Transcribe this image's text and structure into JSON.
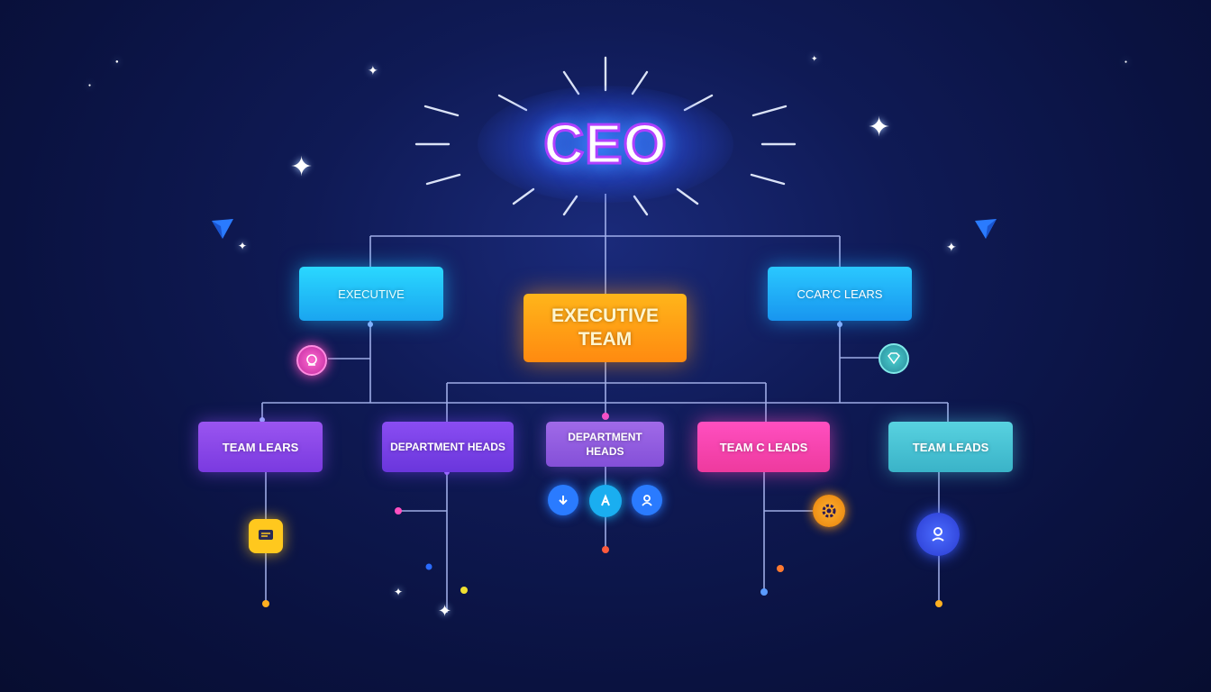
{
  "ceo": {
    "label": "CEO"
  },
  "level1": {
    "left": "EXECUTIVE",
    "center_line1": "EXECUTIVE",
    "center_line2": "TEAM",
    "right": "CCAR'C LEARS"
  },
  "level2": [
    {
      "label": "TEAM LEARS"
    },
    {
      "label": "DEPARTMENT HEADS"
    },
    {
      "label_line1": "DEPARTMENT",
      "label_line2": "HEADS"
    },
    {
      "label": "TEAM C LEADS"
    },
    {
      "label": "TEAM LEADS"
    }
  ],
  "colors": {
    "background": "#0a1240",
    "line": "#b8c6ff",
    "cyan": "#1ab8f5",
    "orange": "#ff9a14",
    "purple": "#8a4df2",
    "pink": "#ff4fc0",
    "teal": "#4ac4d6"
  },
  "icons": {
    "left_badge": "robot-head-icon",
    "right_badge": "diamond-icon",
    "chat": "chat-bubble-icon",
    "gear": "gear-icon",
    "person": "person-pin-icon",
    "triad": [
      "arrow-down-icon",
      "arrow-up-icon",
      "person-icon"
    ],
    "corner_left": "paper-plane-icon",
    "corner_right": "paper-plane-icon"
  }
}
